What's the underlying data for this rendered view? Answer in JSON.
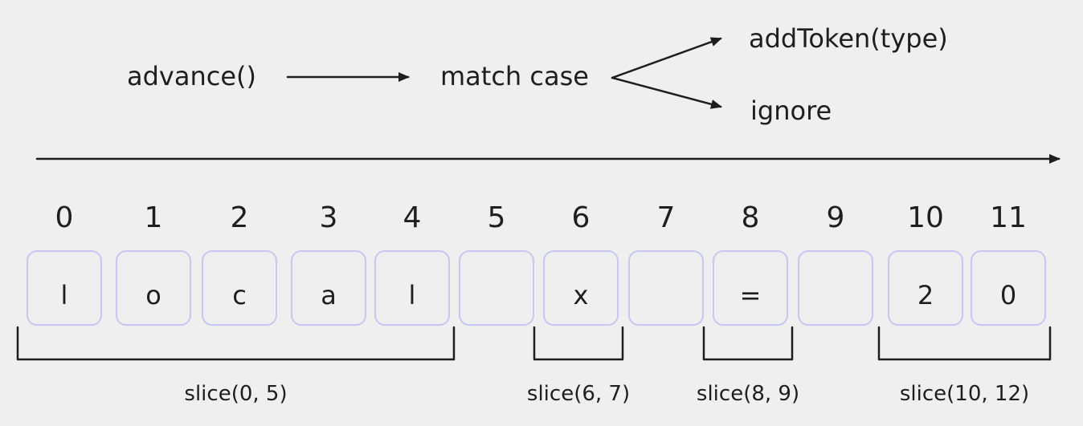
{
  "flow": {
    "step1": "advance()",
    "step2": "match case",
    "branch_top": "addToken(type)",
    "branch_bottom": "ignore"
  },
  "indices": [
    "0",
    "1",
    "2",
    "3",
    "4",
    "5",
    "6",
    "7",
    "8",
    "9",
    "10",
    "11"
  ],
  "cells": [
    "l",
    "o",
    "c",
    "a",
    "l",
    "",
    "x",
    "",
    "=",
    "",
    "2",
    "0"
  ],
  "slices": [
    {
      "label": "slice(0, 5)",
      "start": 0,
      "end": 5
    },
    {
      "label": "slice(6, 7)",
      "start": 6,
      "end": 7
    },
    {
      "label": "slice(8, 9)",
      "start": 8,
      "end": 9
    },
    {
      "label": "slice(10, 12)",
      "start": 10,
      "end": 12
    }
  ],
  "colors": {
    "background": "#efefef",
    "ink": "#1e1e1e",
    "cell_border": "#c7c8f2"
  }
}
